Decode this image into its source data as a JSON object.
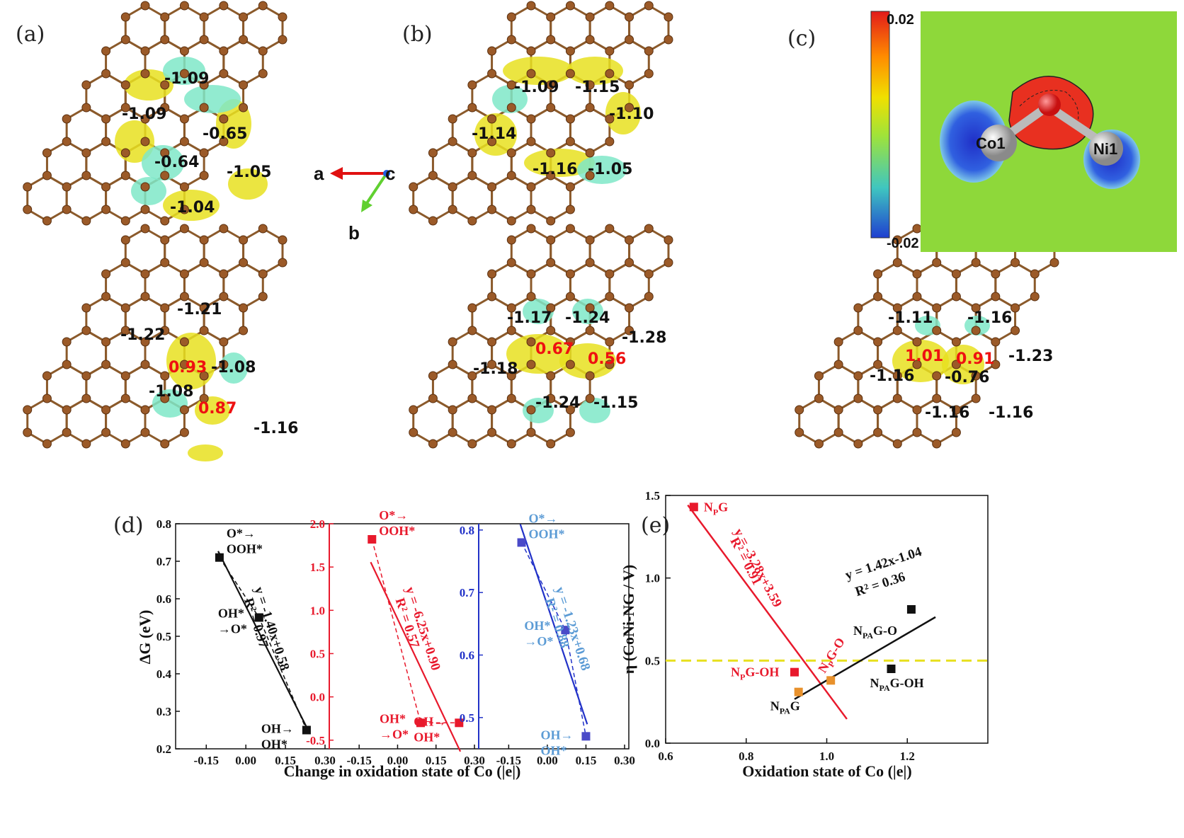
{
  "panels": {
    "a": "(a)",
    "b": "(b)",
    "c": "(c)",
    "d": "(d)",
    "e": "(e)"
  },
  "axes_legend": {
    "a": "a",
    "b": "b",
    "c": "c"
  },
  "colorbar": {
    "max": "0.02",
    "min": "-0.02",
    "colors": [
      "#1f3fd0",
      "#3fc6c0",
      "#9fe33a",
      "#f0e000",
      "#ff8c00",
      "#e21a1a"
    ]
  },
  "atoms": {
    "co": "Co1",
    "ni": "Ni1"
  },
  "molecules": {
    "a_top": [
      {
        "t": "-1.09",
        "c": "#111"
      },
      {
        "t": "-1.09",
        "c": "#111"
      },
      {
        "t": "-0.65",
        "c": "#111"
      },
      {
        "t": "-0.64",
        "c": "#111"
      },
      {
        "t": "-1.05",
        "c": "#111"
      },
      {
        "t": "-1.04",
        "c": "#111"
      }
    ],
    "b_top": [
      {
        "t": "-1.09",
        "c": "#111"
      },
      {
        "t": "-1.15",
        "c": "#111"
      },
      {
        "t": "-1.10",
        "c": "#111"
      },
      {
        "t": "-1.14",
        "c": "#111"
      },
      {
        "t": "-1.16",
        "c": "#111"
      },
      {
        "t": "-1.05",
        "c": "#111"
      }
    ],
    "a_bot": [
      {
        "t": "-1.21",
        "c": "#111"
      },
      {
        "t": "-1.22",
        "c": "#111"
      },
      {
        "t": "0.93",
        "c": "#e11"
      },
      {
        "t": "-1.08",
        "c": "#111"
      },
      {
        "t": "-1.08",
        "c": "#111"
      },
      {
        "t": "0.87",
        "c": "#e11"
      },
      {
        "t": "-1.16",
        "c": "#111"
      }
    ],
    "b_bot": [
      {
        "t": "-1.17",
        "c": "#111"
      },
      {
        "t": "-1.24",
        "c": "#111"
      },
      {
        "t": "-1.28",
        "c": "#111"
      },
      {
        "t": "0.67",
        "c": "#e11"
      },
      {
        "t": "0.56",
        "c": "#e11"
      },
      {
        "t": "-1.18",
        "c": "#111"
      },
      {
        "t": "-1.24",
        "c": "#111"
      },
      {
        "t": "-1.15",
        "c": "#111"
      }
    ],
    "c_bot": [
      {
        "t": "-1.11",
        "c": "#111"
      },
      {
        "t": "-1.16",
        "c": "#111"
      },
      {
        "t": "-0.76",
        "c": "#111"
      },
      {
        "t": "1.01",
        "c": "#e11"
      },
      {
        "t": "0.91",
        "c": "#e11"
      },
      {
        "t": "-1.23",
        "c": "#111"
      },
      {
        "t": "-1.16",
        "c": "#111"
      },
      {
        "t": "-1.16",
        "c": "#111"
      },
      {
        "t": "-1.16",
        "c": "#111"
      }
    ]
  },
  "chart_data": [
    {
      "type": "scatter",
      "panel": "d",
      "xlabel": "Change in oxidation state of Co (|e|)",
      "subplots": [
        {
          "color": "#111111",
          "ylabel": "ΔG (eV)",
          "ylim": [
            0.2,
            0.8
          ],
          "yticks": [
            "0.2",
            "0.3",
            "0.4",
            "0.5",
            "0.6",
            "0.7",
            "0.8"
          ],
          "xlim": [
            -0.25,
            0.3
          ],
          "xticks": [
            "-0.15",
            "0.00",
            "0.15",
            "0.30"
          ],
          "points": [
            {
              "x": -0.1,
              "y": 0.71,
              "label": [
                "O*→",
                "OOH*"
              ]
            },
            {
              "x": 0.05,
              "y": 0.55,
              "label": [
                "OH*",
                "→O*"
              ]
            },
            {
              "x": 0.23,
              "y": 0.25,
              "label": [
                "OH→",
                "OH*"
              ]
            }
          ],
          "equation": "y = -1.40x+0.58",
          "r2": "R² = 0.97"
        },
        {
          "color": "#e8192c",
          "ylim": [
            -0.6,
            2.0
          ],
          "yticks": [
            "-0.5",
            "0.0",
            "0.5",
            "1.0",
            "1.5",
            "2.0"
          ],
          "xlim": [
            -0.25,
            0.3
          ],
          "xticks": [
            "-0.15",
            "0.00",
            "0.15",
            "0.30"
          ],
          "points": [
            {
              "x": -0.1,
              "y": 1.82,
              "label": [
                "O*→",
                "OOH*"
              ]
            },
            {
              "x": 0.09,
              "y": -0.3,
              "label": [
                "OH*",
                "→O*"
              ]
            },
            {
              "x": 0.24,
              "y": -0.3,
              "label": [
                "OH→",
                "OH*"
              ]
            }
          ],
          "equation": "y = -6.25x+0.90",
          "r2": "R² = 0.57"
        },
        {
          "color": "#2232c8",
          "label_color": "#5b9bd5",
          "ylim": [
            0.45,
            0.81
          ],
          "yticks": [
            "0.5",
            "0.6",
            "0.7",
            "0.8"
          ],
          "xlim": [
            -0.25,
            0.3
          ],
          "xticks": [
            "-0.15",
            "0.00",
            "0.15",
            "0.30"
          ],
          "points": [
            {
              "x": -0.1,
              "y": 0.78,
              "label": [
                "O*→",
                "OOH*"
              ]
            },
            {
              "x": 0.07,
              "y": 0.64,
              "label": [
                "OH*",
                "→O*"
              ]
            },
            {
              "x": 0.15,
              "y": 0.47,
              "label": [
                "OH→",
                "OH*"
              ]
            }
          ],
          "equation": "y = -1.23x+0.68",
          "r2": "R² = 0.88"
        }
      ]
    },
    {
      "type": "scatter",
      "panel": "e",
      "xlabel": "Oxidation state of Co (|e|)",
      "ylabel": "η (CoNi-NG / V)",
      "xlim": [
        0.6,
        1.4
      ],
      "ylim": [
        0.0,
        1.5
      ],
      "xticks": [
        "0.6",
        "0.8",
        "1.0",
        "1.2"
      ],
      "yticks": [
        "0.0",
        "0.5",
        "1.0",
        "1.5"
      ],
      "threshold": 0.5,
      "points": [
        {
          "x": 0.67,
          "y": 1.43,
          "name": "NPG",
          "color": "#e8192c"
        },
        {
          "x": 0.92,
          "y": 0.43,
          "name": "NPG-OH",
          "color": "#e8192c"
        },
        {
          "x": 1.01,
          "y": 0.38,
          "name": "NPG-O",
          "color": "#e8912c"
        },
        {
          "x": 0.93,
          "y": 0.31,
          "name": "NPAG",
          "color": "#e8912c"
        },
        {
          "x": 1.21,
          "y": 0.81,
          "name": "NPAG-O",
          "color": "#111111"
        },
        {
          "x": 1.16,
          "y": 0.45,
          "name": "NPAG-OH",
          "color": "#111111"
        }
      ],
      "fits": [
        {
          "color": "#e8192c",
          "equation": "y = -3.28x+3.59",
          "r2": "R² = 0.91"
        },
        {
          "color": "#111111",
          "equation": "y = 1.42x-1.04",
          "r2": "R² = 0.36"
        }
      ],
      "labels": {
        "npg": [
          "N",
          "P",
          "G"
        ],
        "npgoh": [
          "N",
          "P",
          "G-OH"
        ],
        "npgo": [
          "N",
          "P",
          "G-O"
        ],
        "npag": [
          "N",
          "PA",
          "G"
        ],
        "npago": [
          "N",
          "PA",
          "G-O"
        ],
        "npagoh": [
          "N",
          "PA",
          "G-OH"
        ]
      }
    }
  ]
}
